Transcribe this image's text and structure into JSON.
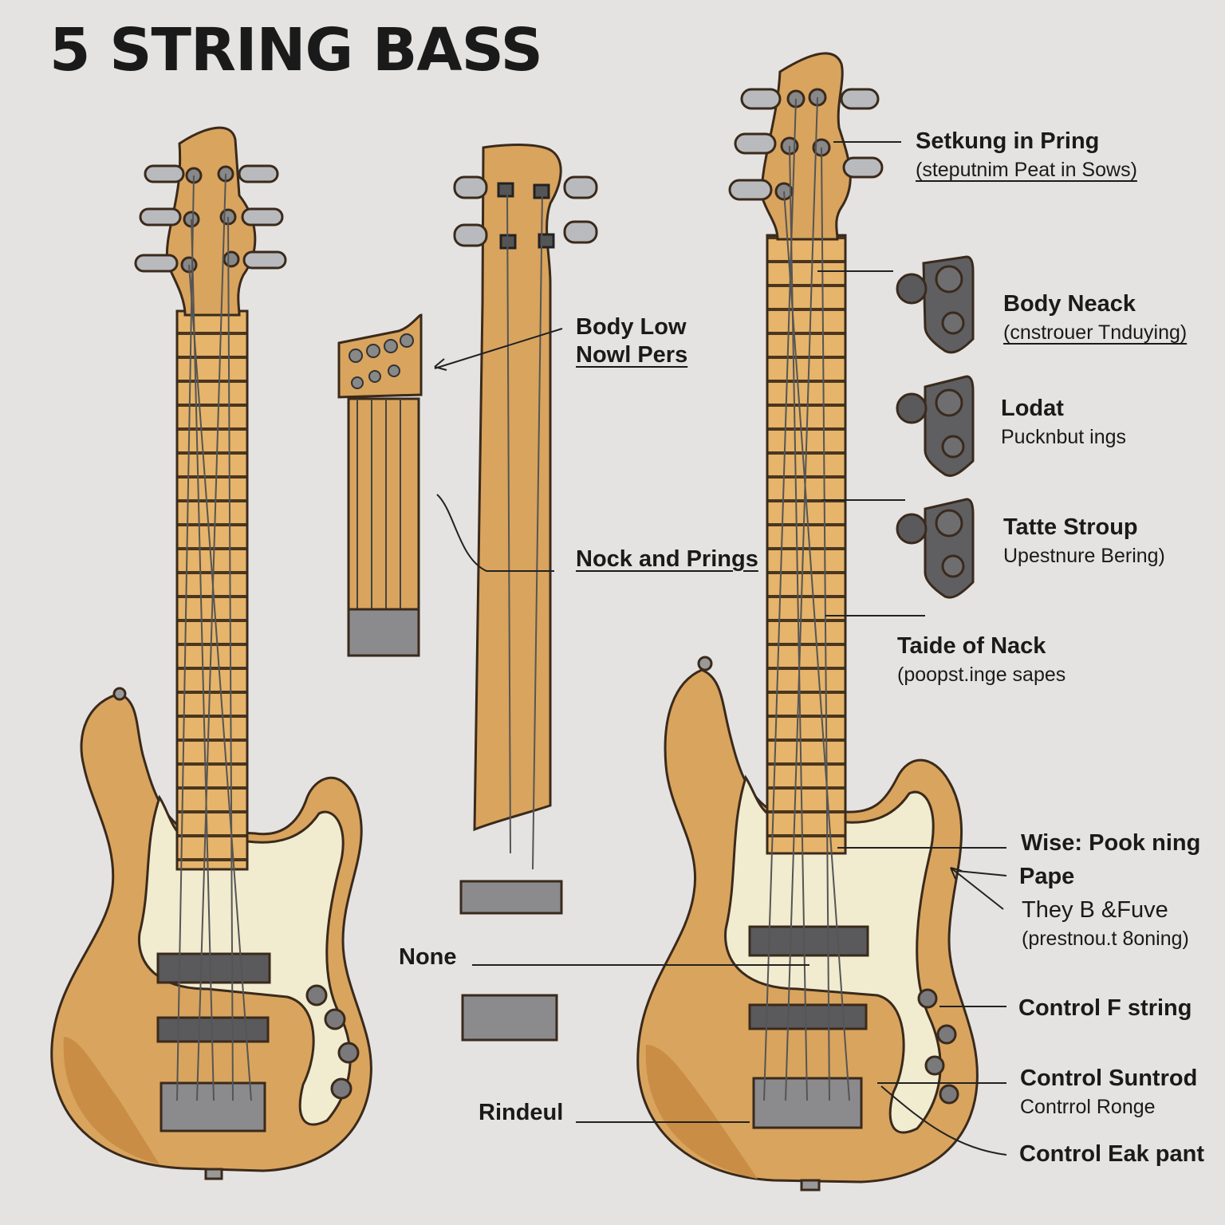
{
  "title": "5 STRING BASS",
  "colors": {
    "wood": "#d9a45e",
    "wood_dark": "#c98d45",
    "fretboard": "#e8b86f",
    "pickguard": "#f1ebcf",
    "hardware": "#6f6f72",
    "outline": "#3a2a1c",
    "background": "#e4e3e1"
  },
  "left_labels": [
    {
      "main": "Body Low",
      "sub": "Nowl Pers"
    },
    {
      "main": "Nock and Prings"
    },
    {
      "main": "None"
    },
    {
      "main": "Rindeul"
    }
  ],
  "right_labels": [
    {
      "main": "Setkung in Pring",
      "sub": "(steputnim Peat in Sows)"
    },
    {
      "main": "Body Neack",
      "sub": "(cnstrouer Tnduying)"
    },
    {
      "main": "Lodat",
      "sub": "Pucknbut ings"
    },
    {
      "main": "Tatte Stroup",
      "sub": "Upestnure Bering)"
    },
    {
      "main": "Taide of Nack",
      "sub": "(poopst.inge sapes"
    },
    {
      "main": "Wise: Pook ning"
    },
    {
      "main": "Pape"
    },
    {
      "main": "They B &Fuve",
      "sub": "(prestnou.t 8oning)"
    },
    {
      "main": "Control F string"
    },
    {
      "main": "Control Suntrod",
      "sub": "Contrrol Ronge"
    },
    {
      "main": "Control Eak pant"
    }
  ]
}
